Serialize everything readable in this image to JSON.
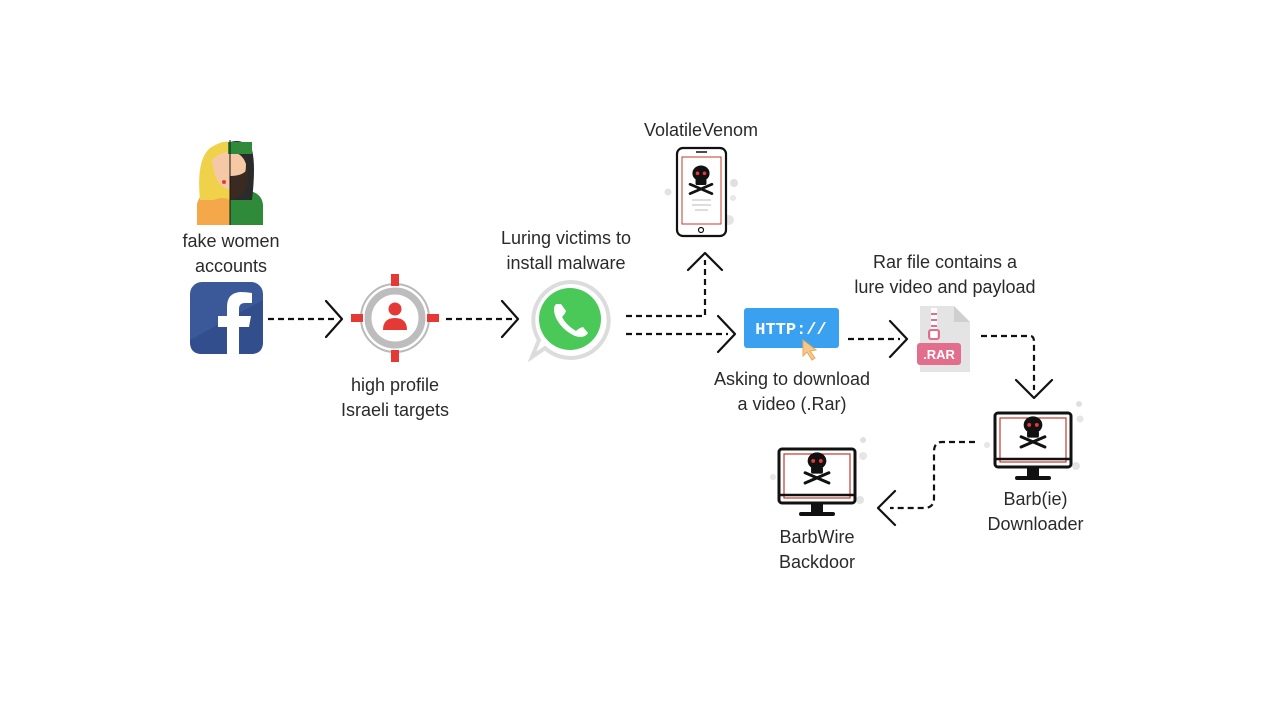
{
  "nodes": {
    "fake_accounts": {
      "lines": [
        "fake women",
        "accounts"
      ]
    },
    "targets": {
      "lines": [
        "high profile",
        "Israeli targets"
      ]
    },
    "luring": {
      "lines": [
        "Luring victims to",
        "install malware"
      ]
    },
    "volatile_venom": {
      "lines": [
        "VolatileVenom"
      ]
    },
    "http": {
      "text": "HTTP://",
      "caption_lines": [
        "Asking to download",
        "a video (.Rar)"
      ]
    },
    "rar": {
      "badge": ".RAR",
      "caption_lines": [
        "Rar file contains a",
        "lure video and payload"
      ]
    },
    "barbie": {
      "lines": [
        "Barb(ie)",
        "Downloader"
      ]
    },
    "barbwire": {
      "lines": [
        "BarbWire",
        "Backdoor"
      ]
    }
  },
  "colors": {
    "facebook": "#3b5998",
    "whatsapp": "#4ac959",
    "target_red": "#e53935",
    "http_blue": "#3aa0f0",
    "rar_pink": "#e26d8d",
    "arrow": "#111111",
    "screen_red": "#c0392b"
  },
  "icons": [
    "avatar-icon",
    "facebook-icon",
    "target-icon",
    "whatsapp-icon",
    "phone-skull-icon",
    "http-link-icon",
    "rar-file-icon",
    "monitor-skull-icon"
  ]
}
